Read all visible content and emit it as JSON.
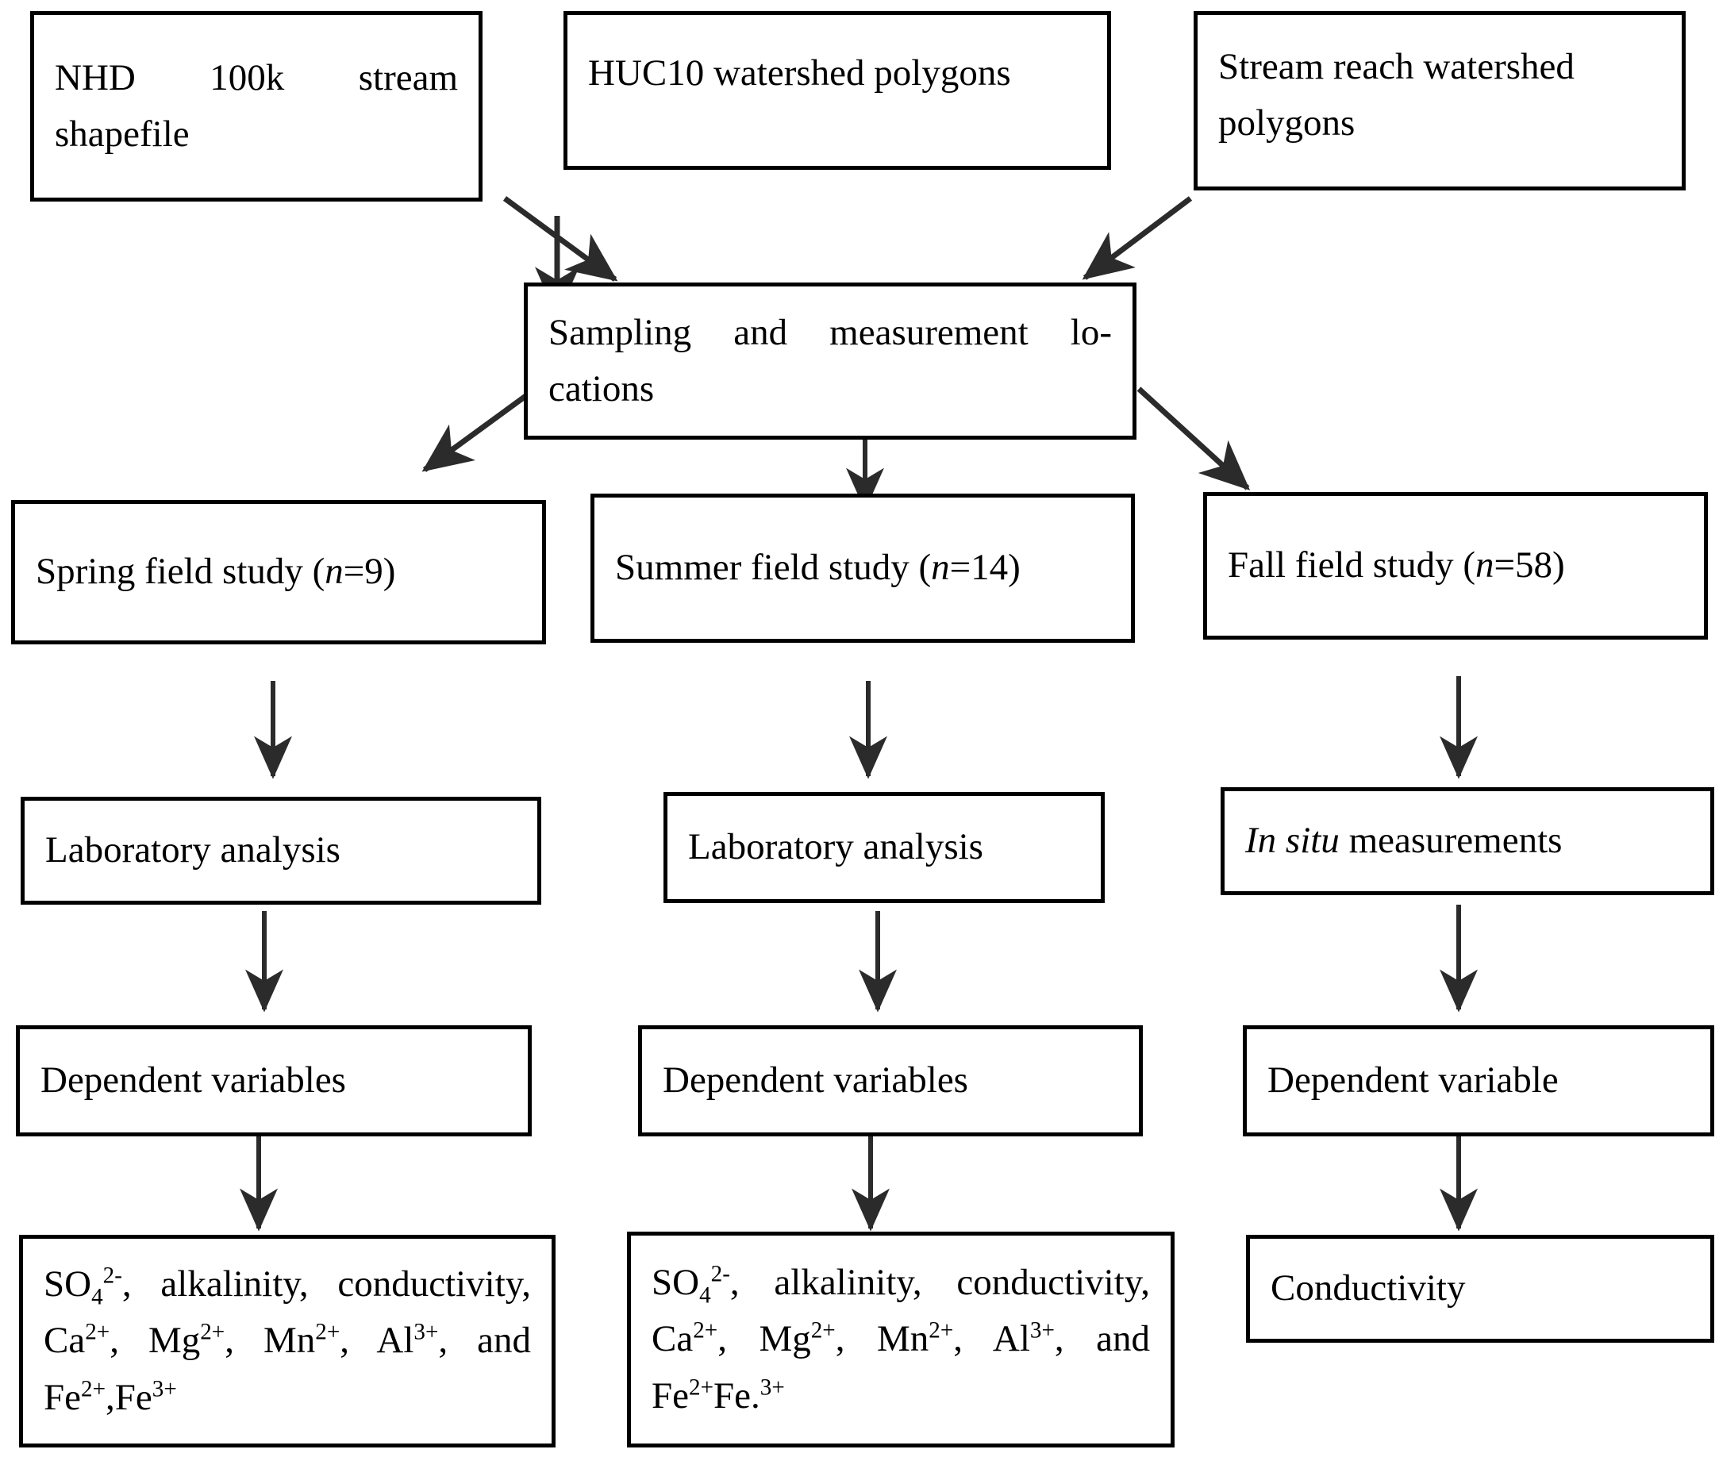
{
  "figure": {
    "type": "flowchart",
    "title": "Study design flowchart of data sources, seasonal field studies, analyses and dependent variables",
    "orientation": "top-to-bottom",
    "columns": [
      "Spring",
      "Summer",
      "Fall"
    ]
  },
  "nodes": {
    "nhd_shapefile": {
      "label": "NHD 100k stream shapefile",
      "row": "data-sources",
      "col": 1
    },
    "huc10": {
      "label": "HUC10 watershed polygons",
      "row": "data-sources",
      "col": 2
    },
    "reach_polygons": {
      "label": "Stream reach watershed polygons",
      "row": "data-sources",
      "col": 3
    },
    "sampling": {
      "label": "Sampling and measurement lo-cations",
      "row": "locations",
      "col": 2
    },
    "spring_study": {
      "label_prefix": "Spring field study (",
      "label_italic": "n",
      "label_suffix": "=9)",
      "n": 9,
      "row": "field-study",
      "col": 1
    },
    "summer_study": {
      "label_prefix": "Summer field study (",
      "label_italic": "n",
      "label_suffix": "=14)",
      "n": 14,
      "row": "field-study",
      "col": 2
    },
    "fall_study": {
      "label_prefix": "Fall field study (",
      "label_italic": "n",
      "label_suffix": "=58)",
      "n": 58,
      "row": "field-study",
      "col": 3
    },
    "lab_spring": {
      "label": "Laboratory analysis",
      "row": "analysis",
      "col": 1
    },
    "lab_summer": {
      "label": "Laboratory analysis",
      "row": "analysis",
      "col": 2
    },
    "insitu_fall": {
      "label_italic": "In situ",
      "label_suffix": " measurements",
      "row": "analysis",
      "col": 3
    },
    "depvar_spring": {
      "label": "Dependent variables",
      "row": "dependent",
      "col": 1
    },
    "depvar_summer": {
      "label": "Dependent variables",
      "row": "dependent",
      "col": 2
    },
    "depvar_fall": {
      "label": "Dependent variable",
      "row": "dependent",
      "col": 3
    },
    "vars_spring": {
      "row": "variables",
      "col": 1,
      "plain_text": "SO4 2-, alkalinity, conductivity, Ca2+, Mg2+, Mn2+, Al3+, and Fe2+,Fe3+",
      "analytes": [
        "SO4 2-",
        "alkalinity",
        "conductivity",
        "Ca2+",
        "Mg2+",
        "Mn2+",
        "Al3+",
        "Fe2+",
        "Fe3+"
      ]
    },
    "vars_summer": {
      "row": "variables",
      "col": 2,
      "plain_text": "SO4 2-, alkalinity, conductivity, Ca2+, Mg2+, Mn2+, Al3+, and Fe2+Fe.3+",
      "analytes": [
        "SO4 2-",
        "alkalinity",
        "conductivity",
        "Ca2+",
        "Mg2+",
        "Mn2+",
        "Al3+",
        "Fe2+",
        "Fe.3+"
      ]
    },
    "vars_fall": {
      "label": "Conductivity",
      "row": "variables",
      "col": 3,
      "analytes": [
        "Conductivity"
      ]
    }
  },
  "edges": [
    {
      "from": "nhd_shapefile",
      "to": "sampling",
      "style": "diagonal-down-right"
    },
    {
      "from": "huc10",
      "to": "sampling",
      "style": "vertical-down"
    },
    {
      "from": "reach_polygons",
      "to": "sampling",
      "style": "diagonal-down-left"
    },
    {
      "from": "sampling",
      "to": "spring_study",
      "style": "diagonal-down-left"
    },
    {
      "from": "sampling",
      "to": "summer_study",
      "style": "vertical-down"
    },
    {
      "from": "sampling",
      "to": "fall_study",
      "style": "diagonal-down-right"
    },
    {
      "from": "spring_study",
      "to": "lab_spring",
      "style": "vertical-down"
    },
    {
      "from": "summer_study",
      "to": "lab_summer",
      "style": "vertical-down"
    },
    {
      "from": "fall_study",
      "to": "insitu_fall",
      "style": "vertical-down"
    },
    {
      "from": "lab_spring",
      "to": "depvar_spring",
      "style": "vertical-down"
    },
    {
      "from": "lab_summer",
      "to": "depvar_summer",
      "style": "vertical-down"
    },
    {
      "from": "insitu_fall",
      "to": "depvar_fall",
      "style": "vertical-down"
    },
    {
      "from": "depvar_spring",
      "to": "vars_spring",
      "style": "vertical-down"
    },
    {
      "from": "depvar_summer",
      "to": "vars_summer",
      "style": "vertical-down"
    },
    {
      "from": "depvar_fall",
      "to": "vars_fall",
      "style": "vertical-down"
    }
  ],
  "colors": {
    "background": "#ffffff",
    "box_border": "#000000",
    "text": "#000000",
    "arrow": "#2b2b2b"
  }
}
